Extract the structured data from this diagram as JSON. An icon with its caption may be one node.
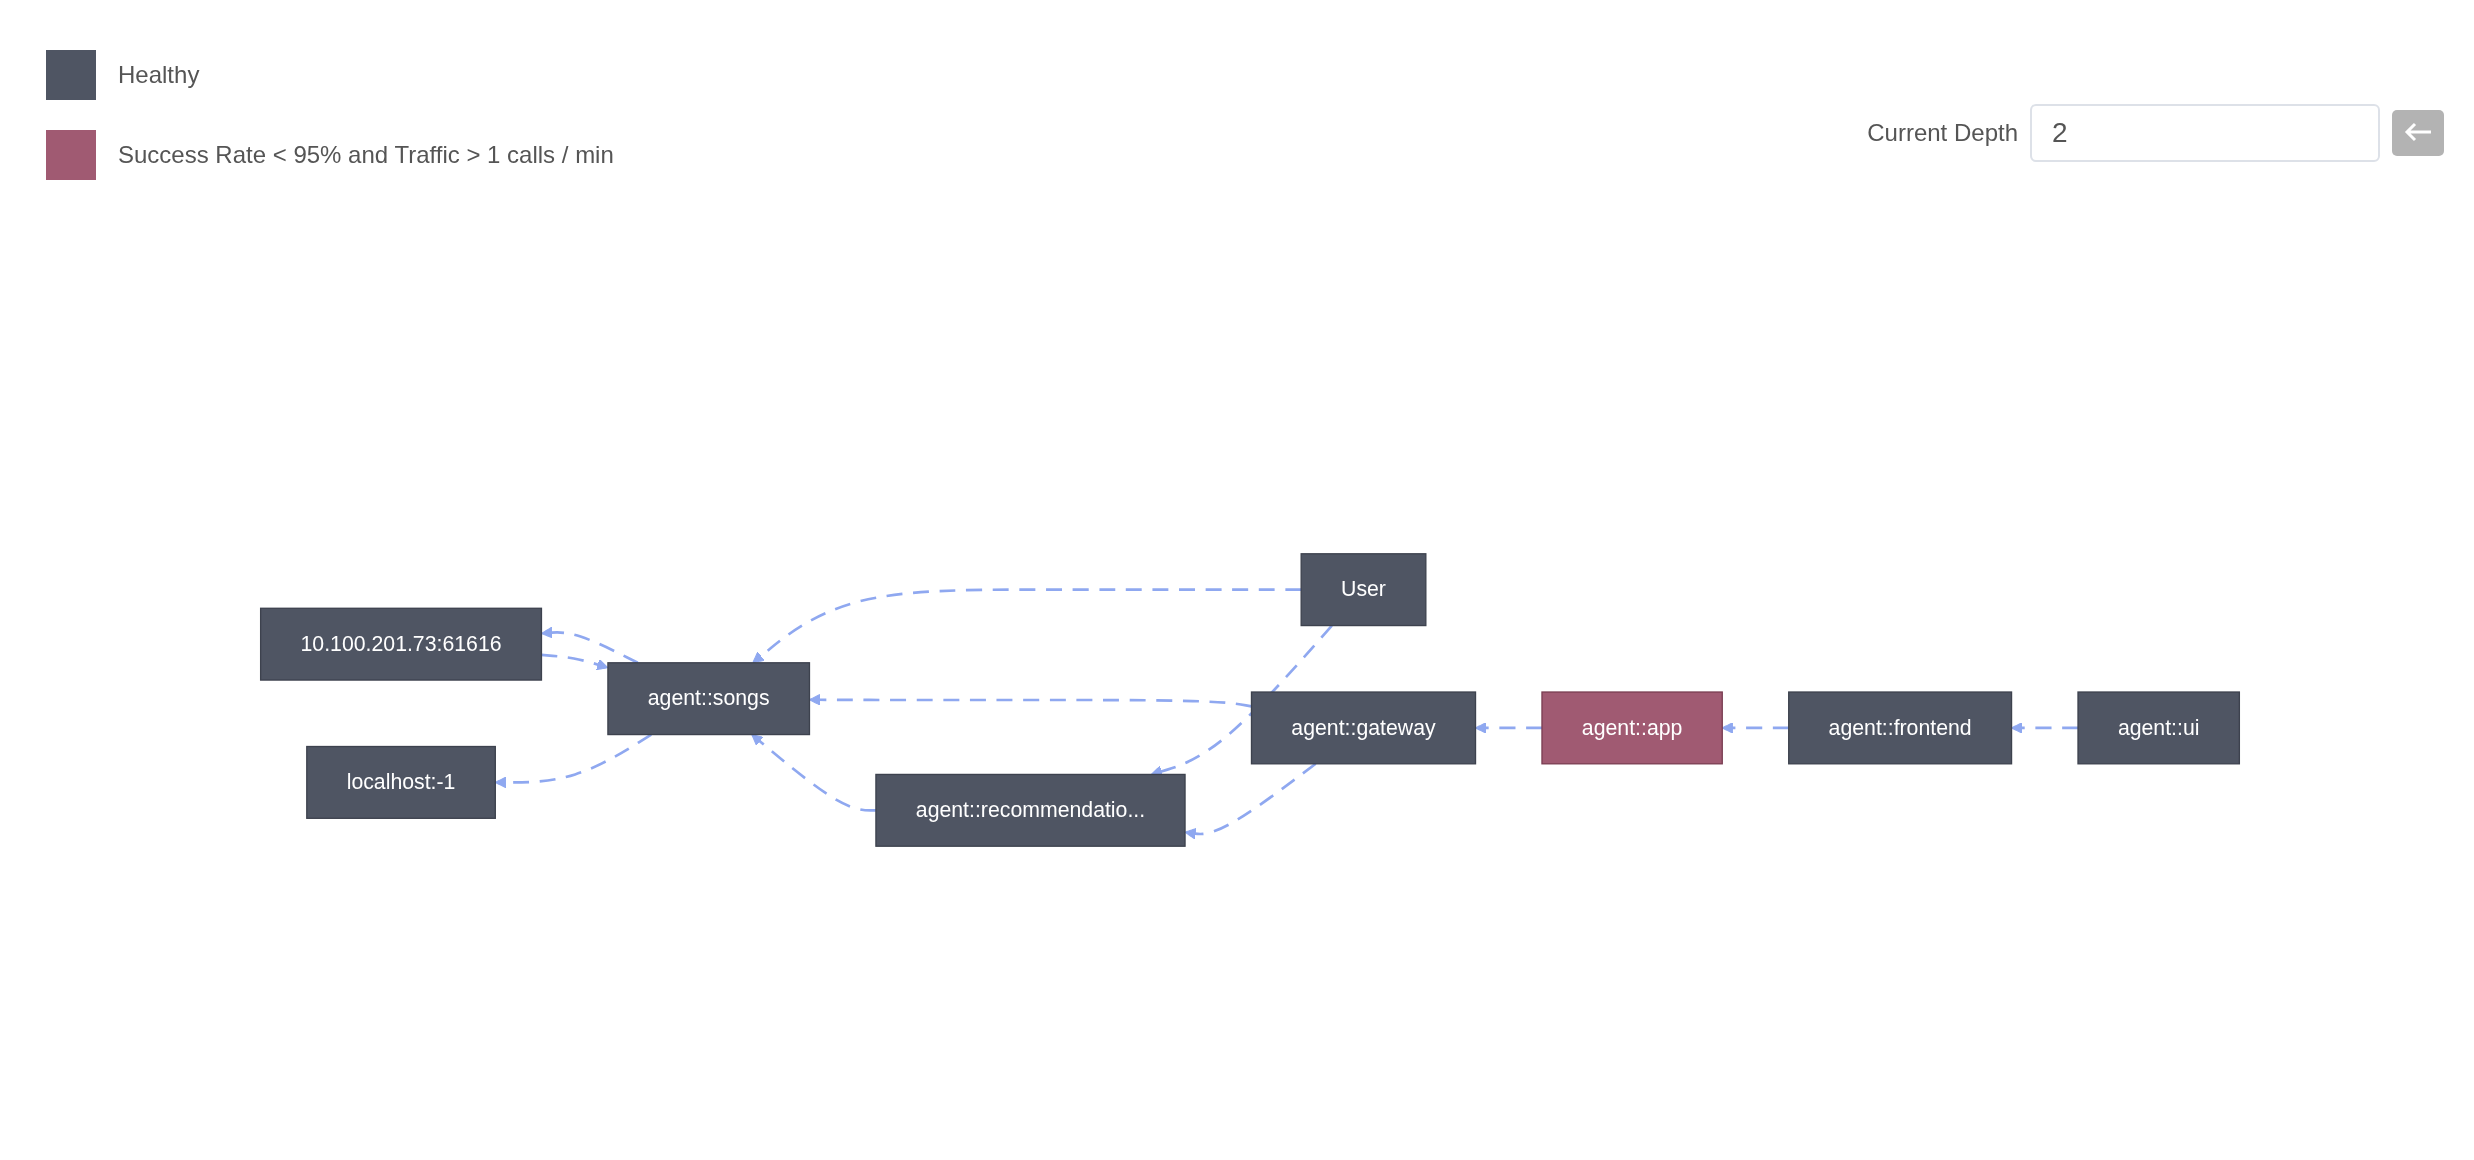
{
  "diagram": {
    "nodes": [
      {
        "text": [
          "User"
        ]
      },
      {
        "text": [
          "agent::songs"
        ]
      },
      {
        "text": [
          "agent::gateway"
        ]
      },
      {
        "text": [
          "agent::app"
        ]
      },
      {
        "text": [
          "agent::frontend"
        ]
      },
      {
        "text": [
          "agent::ui"
        ]
      },
      {
        "text": [
          "agent::recommendatio..."
        ]
      },
      {
        "text": [
          "10.100.201.73:61616"
        ]
      },
      {
        "text": [
          "localhost:-1"
        ]
      }
    ],
    "edges": [
      {
        "from": 0,
        "to": 1,
        "arrow": "to",
        "style": "dashed"
      },
      {
        "from": 2,
        "to": 1,
        "arrow": "to",
        "style": "dashed"
      },
      {
        "from": 3,
        "to": 2,
        "arrow": "to",
        "style": "dashed"
      },
      {
        "from": 4,
        "to": 3,
        "arrow": "to",
        "style": "dashed"
      },
      {
        "from": 5,
        "to": 4,
        "arrow": "to",
        "style": "dashed"
      },
      {
        "from": 0,
        "to": 6,
        "arrow": "to",
        "style": "dashed"
      },
      {
        "from": 6,
        "to": 1,
        "arrow": "to",
        "style": "dashed"
      },
      {
        "from": 2,
        "to": 6,
        "arrow": "to",
        "style": "dashed"
      },
      {
        "from": 1,
        "to": 7,
        "arrow": "to",
        "style": "dashed"
      },
      {
        "from": 7,
        "to": 1,
        "arrow": "to",
        "style": "dashed"
      },
      {
        "from": 1,
        "to": 8,
        "arrow": "to",
        "style": "dashed"
      }
    ],
    "labels": [
      "Current Depth",
      "2"
    ],
    "legend": [
      {
        "text": "Healthy",
        "color": "#4f5563"
      },
      {
        "text": "Success Rate < 95% and Traffic > 1 calls / min",
        "color": "#a05a72"
      }
    ]
  }
}
